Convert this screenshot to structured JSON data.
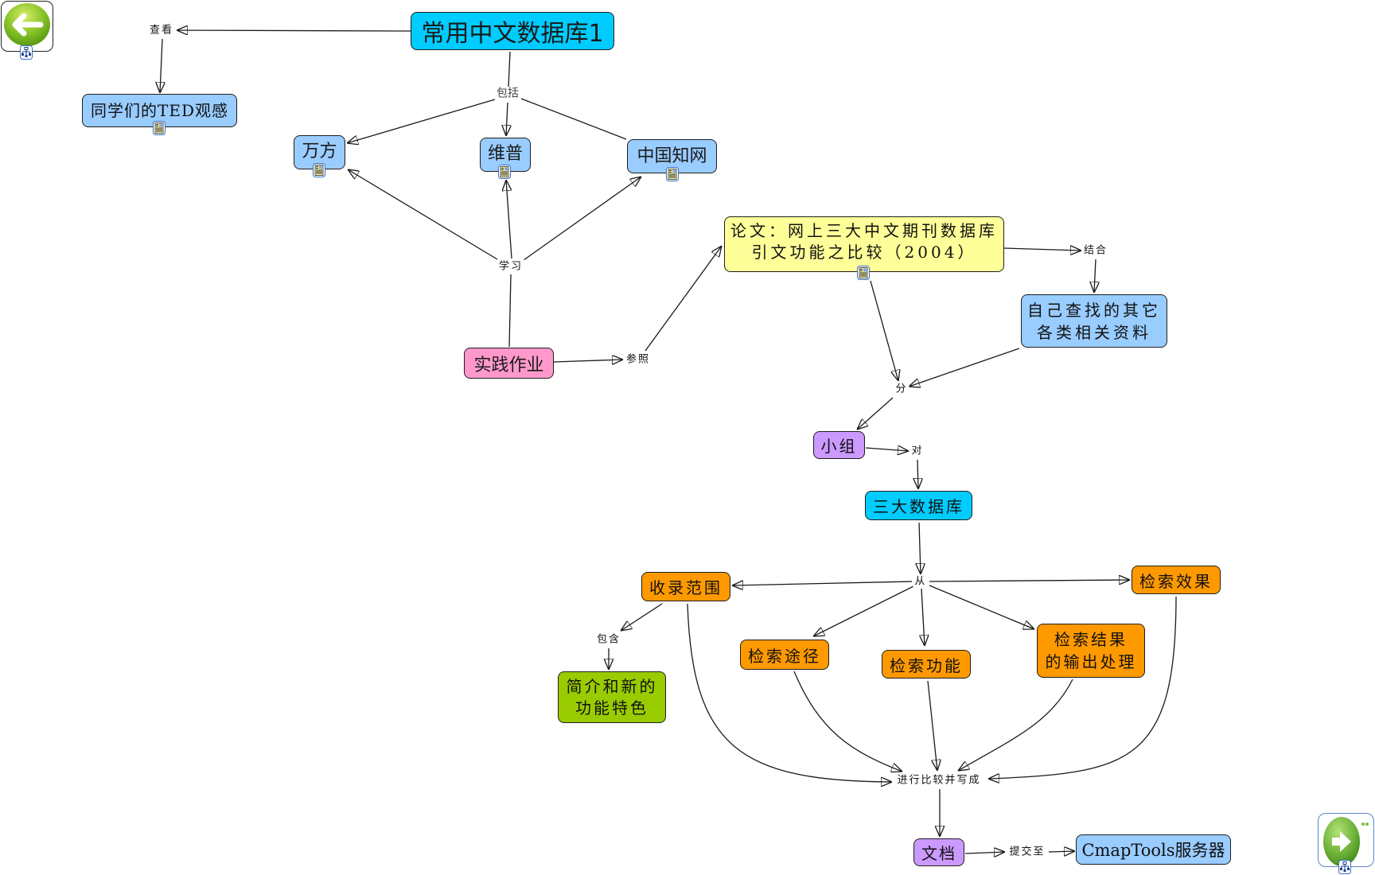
{
  "map": {
    "root_concept": "main"
  },
  "navigation": {
    "back_button": {
      "icon": "arrow-left-icon",
      "color": "#7dbb1e"
    },
    "forward_button": {
      "icon": "arrow-right-icon",
      "color": "#6fb33a"
    },
    "link_icon": "cmap-link-icon"
  },
  "nodes": {
    "main": {
      "lines": [
        "常用中文数据库1"
      ],
      "color": "#00ccff"
    },
    "ted": {
      "lines": [
        "同学们的TED观感"
      ],
      "color": "#99ccff",
      "resource": "document-image-icon"
    },
    "wanfang": {
      "lines": [
        "万方"
      ],
      "color": "#99ccff",
      "resource": "document-image-icon"
    },
    "weipu": {
      "lines": [
        "维普"
      ],
      "color": "#99ccff",
      "resource": "document-image-icon"
    },
    "cnki": {
      "lines": [
        "中国知网"
      ],
      "color": "#99ccff",
      "resource": "document-image-icon"
    },
    "practice": {
      "lines": [
        "实践作业"
      ],
      "color": "#ff99cc"
    },
    "paper": {
      "lines": [
        "论文：网上三大中文期刊数据库",
        "引文功能之比较（2004）"
      ],
      "color": "#ffff99",
      "resource": "document-image-icon"
    },
    "own_research": {
      "lines": [
        "自己查找的其它",
        "各类相关资料"
      ],
      "color": "#99ccff"
    },
    "group": {
      "lines": [
        "小组"
      ],
      "color": "#cc99ff"
    },
    "three_db": {
      "lines": [
        "三大数据库"
      ],
      "color": "#00ccff"
    },
    "coverage": {
      "lines": [
        "收录范围"
      ],
      "color": "#ff9900"
    },
    "effect": {
      "lines": [
        "检索效果"
      ],
      "color": "#ff9900"
    },
    "approach": {
      "lines": [
        "检索途径"
      ],
      "color": "#ff9900"
    },
    "function": {
      "lines": [
        "检索功能"
      ],
      "color": "#ff9900"
    },
    "output": {
      "lines": [
        "检索结果",
        "的输出处理"
      ],
      "color": "#ff9900"
    },
    "intro": {
      "lines": [
        "简介和新的",
        "功能特色"
      ],
      "color": "#99cc00"
    },
    "document": {
      "lines": [
        "文档"
      ],
      "color": "#cc99ff"
    },
    "server": {
      "lines": [
        "CmapTools服务器"
      ],
      "color": "#99ccff"
    }
  },
  "linking_phrases": {
    "view": "查看",
    "include": "包括",
    "learn": "学习",
    "refer": "参照",
    "combine": "结合",
    "divide": "分",
    "to": "对",
    "from": "从",
    "contain": "包含",
    "compare_write": "进行比较并写成",
    "submit_to": "提交至"
  },
  "propositions": [
    {
      "sources": [
        "main"
      ],
      "link": "view",
      "targets": [
        "ted"
      ]
    },
    {
      "sources": [
        "main"
      ],
      "link": "include",
      "targets": [
        "wanfang",
        "weipu",
        "cnki"
      ]
    },
    {
      "sources": [
        "practice"
      ],
      "link": "learn",
      "targets": [
        "wanfang",
        "weipu",
        "cnki"
      ]
    },
    {
      "sources": [
        "practice"
      ],
      "link": "refer",
      "targets": [
        "paper"
      ]
    },
    {
      "sources": [
        "paper"
      ],
      "link": "combine",
      "targets": [
        "own_research"
      ]
    },
    {
      "sources": [
        "paper",
        "own_research"
      ],
      "link": "divide",
      "targets": [
        "group"
      ]
    },
    {
      "sources": [
        "group"
      ],
      "link": "to",
      "targets": [
        "three_db"
      ]
    },
    {
      "sources": [
        "three_db"
      ],
      "link": "from",
      "targets": [
        "coverage",
        "effect",
        "approach",
        "function",
        "output"
      ]
    },
    {
      "sources": [
        "coverage"
      ],
      "link": "contain",
      "targets": [
        "intro"
      ]
    },
    {
      "sources": [
        "coverage",
        "approach",
        "function",
        "output",
        "effect"
      ],
      "link": "compare_write",
      "targets": [
        "document"
      ]
    },
    {
      "sources": [
        "document"
      ],
      "link": "submit_to",
      "targets": [
        "server"
      ]
    }
  ]
}
